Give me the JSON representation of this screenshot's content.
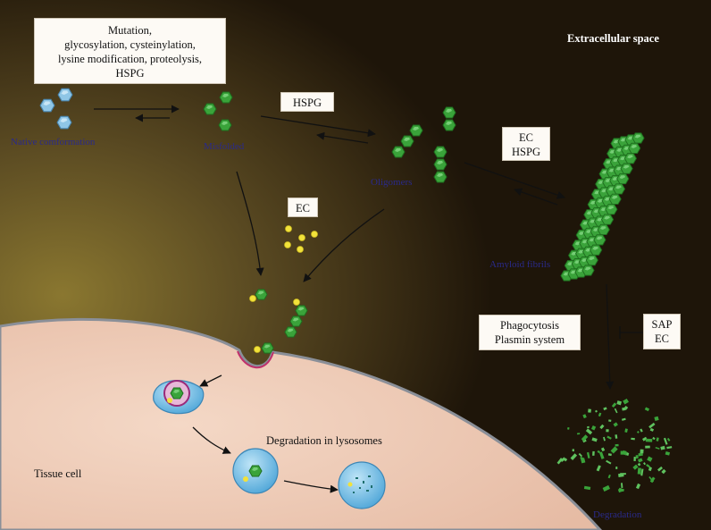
{
  "boxes": {
    "modifications": [
      "Mutation,",
      "glycosylation, cysteinylation,",
      "lysine modification, proteolysis,",
      "HSPG"
    ],
    "hspg": "HSPG",
    "ec_hspg": [
      "EC",
      "HSPG"
    ],
    "ec": "EC",
    "clearance": [
      "Phagocytosis",
      "Plasmin system"
    ],
    "inhibitors": [
      "SAP",
      "EC"
    ]
  },
  "labels": {
    "extracellular": "Extracellular space",
    "native": "Native comformation",
    "misfolded": "Misfolded",
    "oligomers": "Oligomers",
    "amyloid": "Amyloid fibrils",
    "degradation": "Degradation",
    "lysosomes": "Degradation in lysosomes",
    "tissue_cell": "Tissue cell"
  },
  "colors": {
    "native_protein": "#8fc6e6",
    "misfolded_protein": "#3aa33a",
    "ec_particle": "#f2e23a",
    "cell": "#f2d2c0",
    "vesicle": "#7fc4ea"
  },
  "icons": [
    "native-protein-icon",
    "misfolded-protein-icon",
    "ec-particle-icon",
    "fibril-icon",
    "lysosome-icon",
    "fragment-icon"
  ]
}
